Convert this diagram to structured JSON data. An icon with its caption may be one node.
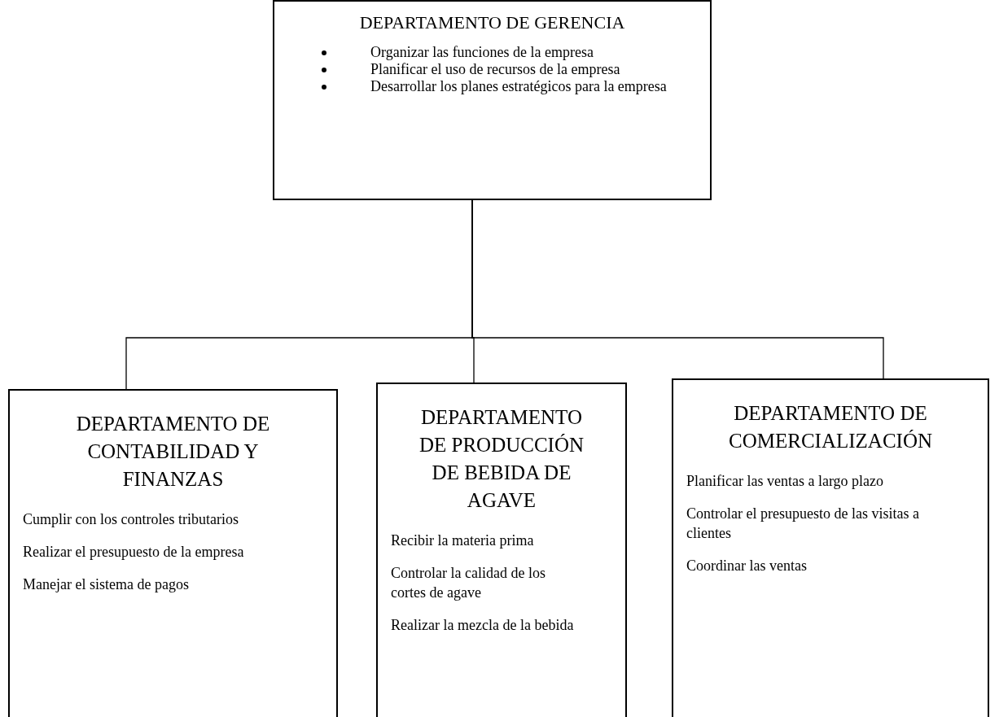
{
  "diagram": {
    "nodes": [
      {
        "text": [
          "DEPARTAMENTO DE GERENCIA",
          "Organizar las funciones de la empresa",
          "Planificar el uso de recursos de la empresa",
          "Desarrollar los planes estratégicos para la empresa"
        ]
      },
      {
        "text": [
          "DEPARTAMENTO DE CONTABILIDAD Y FINANZAS",
          "Cumplir con los controles tributarios",
          "Realizar el presupuesto de la empresa",
          "Manejar el sistema de pagos"
        ]
      },
      {
        "text": [
          "DEPARTAMENTO DE PRODUCCIÓN DE BEBIDA DE AGAVE",
          "Recibir la materia prima",
          "Controlar la calidad de los cortes de agave",
          "Realizar la mezcla de la bebida"
        ]
      },
      {
        "text": [
          "DEPARTAMENTO DE COMERCIALIZACIÓN",
          "Planificar las ventas a largo plazo",
          "Controlar el presupuesto de las visitas a clientes",
          "Coordinar las ventas"
        ]
      }
    ],
    "edges": [
      {
        "from": 0,
        "to": 1,
        "arrow": "none"
      },
      {
        "from": 0,
        "to": 2,
        "arrow": "none"
      },
      {
        "from": 0,
        "to": 3,
        "arrow": "none"
      }
    ]
  }
}
